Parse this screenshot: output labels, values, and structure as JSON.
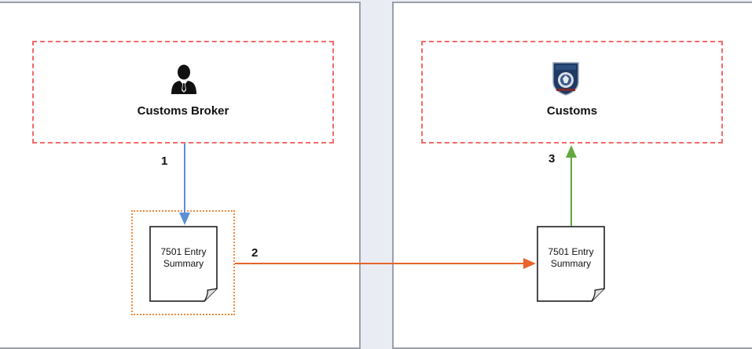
{
  "lanes": {
    "broker": {
      "actor": "Customs Broker",
      "icon": "person-icon"
    },
    "customs": {
      "actor": "Customs",
      "icon": "customs-seal-icon"
    }
  },
  "documents": {
    "left": {
      "line1": "7501 Entry",
      "line2": "Summary"
    },
    "right": {
      "line1": "7501 Entry",
      "line2": "Summary"
    }
  },
  "steps": {
    "step1": "1",
    "step2": "2",
    "step3": "3"
  },
  "colors": {
    "arrow1": "#5b8fd4",
    "arrow2": "#e8642c",
    "arrow3": "#62a83e",
    "actor_border": "#f26a6a",
    "holder_border": "#f08a3c"
  }
}
